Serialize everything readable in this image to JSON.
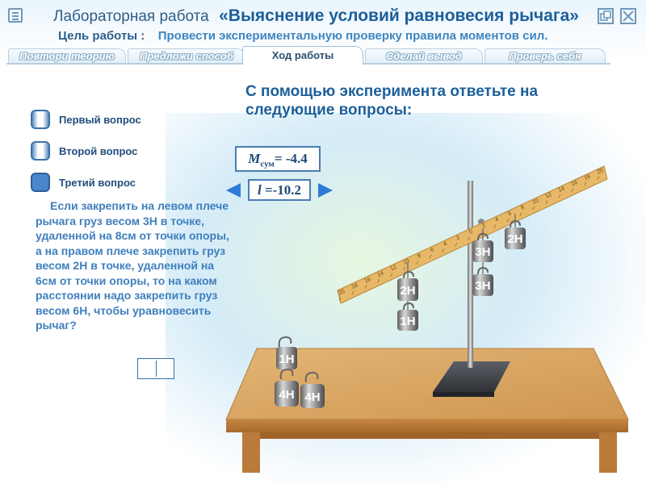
{
  "header": {
    "subtitle": "Лабораторная работа",
    "title": "«Выяснение условий равновесия рычага»",
    "goal_label": "Цель работы :",
    "goal_text": "Провести экспериментальную проверку правила моментов сил."
  },
  "tabs": [
    {
      "label": "Повтори теорию",
      "active": false
    },
    {
      "label": "Предложи способ",
      "active": false
    },
    {
      "label": "Ход работы",
      "active": true
    },
    {
      "label": "Сделай вывод",
      "active": false
    },
    {
      "label": "Проверь себя",
      "active": false
    }
  ],
  "main": {
    "heading": "С помощью эксперимента ответьте на следующие вопросы:"
  },
  "questions": [
    {
      "label": "Первый вопрос",
      "selected": false
    },
    {
      "label": "Второй вопрос",
      "selected": false
    },
    {
      "label": "Третий вопрос",
      "selected": true
    }
  ],
  "problem_text": "Если закрепить на левом плече рычага груз весом 3Н в точке, удаленной на 8см от точки опоры, а на правом плече закрепить груз весом 2Н в точке, удаленной на 6см от точки опоры, то на каком расстоянии надо закрепить груз весом 6Н, чтобы уравновесить рычаг?",
  "answer": {
    "value": ""
  },
  "readouts": {
    "moment_symbol": "M",
    "moment_subscript": "сум",
    "moment_value": "-4.4",
    "length_symbol": "l",
    "length_value": "-10.2"
  },
  "ruler": {
    "ticks": [
      "20",
      "18",
      "16",
      "14",
      "12",
      "10",
      "8",
      "6",
      "4",
      "2",
      "0",
      "2",
      "4",
      "6",
      "8",
      "10",
      "12",
      "14",
      "16",
      "18",
      "20"
    ]
  },
  "weights": {
    "left_upper": "2Н",
    "left_lower": "1Н",
    "right_top": "3Н",
    "right_bottom": "3Н",
    "right_far": "2Н",
    "table_top": "1Н",
    "table_left": "4Н",
    "table_right": "4Н"
  },
  "colors": {
    "accent_blue": "#1c5f9a",
    "text_blue": "#3f7fbd",
    "ruler": "#e6b867",
    "table_top": "#d9a55e",
    "weight_metal": "#8e8e8e"
  }
}
